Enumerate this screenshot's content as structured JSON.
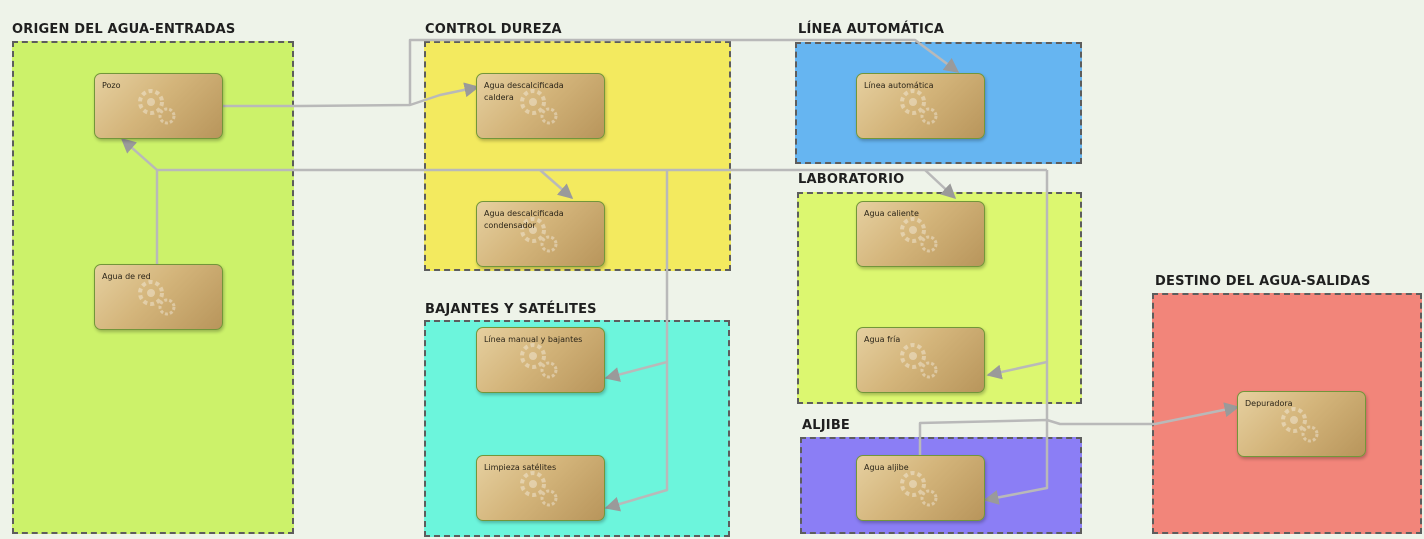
{
  "colors": {
    "origin": "#ccf26a",
    "hardness": "#f3ea5f",
    "auto_line": "#66b5f1",
    "downpipes": "#6cf5dc",
    "lab": "#dcf770",
    "cistern": "#8b7ef5",
    "destination": "#f2857a",
    "node_fill": "#d4b57b",
    "node_border": "#72963a",
    "connector": "#b9b9b9"
  },
  "groups": {
    "origin": {
      "title": "ORIGEN DEL AGUA-ENTRADAS"
    },
    "hardness": {
      "title": "CONTROL DUREZA"
    },
    "auto_line": {
      "title": "LÍNEA AUTOMÁTICA"
    },
    "lab": {
      "title": "LABORATORIO"
    },
    "downpipes": {
      "title": "BAJANTES Y SATÉLITES"
    },
    "cistern": {
      "title": "ALJIBE"
    },
    "destination": {
      "title": "DESTINO DEL AGUA-SALIDAS"
    }
  },
  "nodes": {
    "pozo": {
      "label": "Pozo",
      "icon": "gear-icon"
    },
    "red": {
      "label": "Agua de red",
      "icon": "gear-icon"
    },
    "descal_caldera": {
      "label": "Agua descalcificada caldera",
      "icon": "gear-icon"
    },
    "descal_condensador": {
      "label": "Agua descalcificada condensador",
      "icon": "gear-icon"
    },
    "linea_auto": {
      "label": "Línea automática",
      "icon": "gear-icon"
    },
    "caliente": {
      "label": "Agua caliente",
      "icon": "gear-icon"
    },
    "fria": {
      "label": "Agua fría",
      "icon": "gear-icon"
    },
    "linea_manual": {
      "label": "Línea manual y bajantes",
      "icon": "gear-icon"
    },
    "limpieza": {
      "label": "Limpieza satélites",
      "icon": "gear-icon"
    },
    "aljibe": {
      "label": "Agua aljibe",
      "icon": "gear-icon"
    },
    "depuradora": {
      "label": "Depuradora",
      "icon": "gear-icon"
    }
  }
}
